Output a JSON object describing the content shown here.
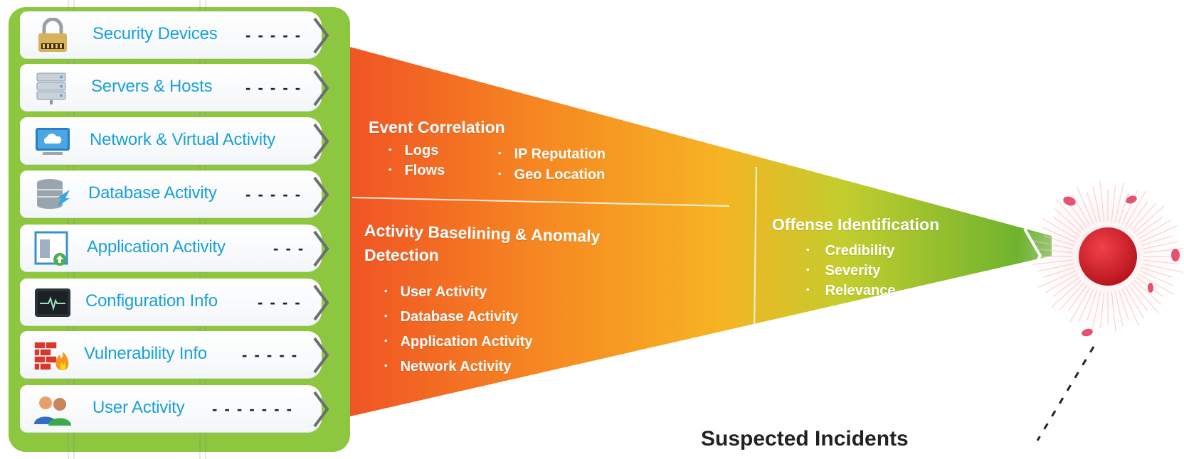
{
  "sources": [
    {
      "label": "Security Devices",
      "icon": "padlock-icon"
    },
    {
      "label": "Servers & Hosts",
      "icon": "server-stack-icon"
    },
    {
      "label": "Network & Virtual Activity",
      "icon": "cloud-monitor-icon"
    },
    {
      "label": "Database Activity",
      "icon": "database-arrow-icon"
    },
    {
      "label": "Application Activity",
      "icon": "application-window-icon"
    },
    {
      "label": "Configuration Info",
      "icon": "heartbeat-monitor-icon"
    },
    {
      "label": "Vulnerability Info",
      "icon": "firewall-icon"
    },
    {
      "label": "User Activity",
      "icon": "users-icon"
    }
  ],
  "event_correlation": {
    "title": "Event Correlation",
    "col1": [
      "Logs",
      "Flows"
    ],
    "col2": [
      "IP Reputation",
      "Geo Location"
    ]
  },
  "anomaly": {
    "title_line1": "Activity Baselining & Anomaly",
    "title_line2": "Detection",
    "items": [
      "User Activity",
      "Database Activity",
      "Application Activity",
      "Network Activity"
    ]
  },
  "offense": {
    "title": "Offense Identification",
    "items": [
      "Credibility",
      "Severity",
      "Relevance"
    ]
  },
  "output": {
    "label": "Suspected Incidents",
    "incident_color": "#d62027"
  },
  "colors": {
    "panel_green": "#8dc63f",
    "label_blue": "#1aa0d8",
    "funnel_start": "#f05a28",
    "funnel_mid": "#f7941d",
    "funnel_end": "#7cb82f"
  }
}
